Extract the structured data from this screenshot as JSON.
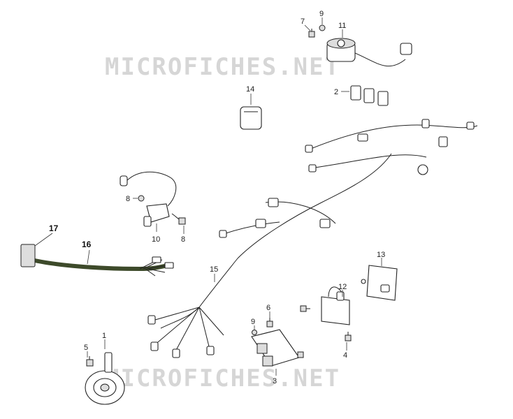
{
  "watermarks": [
    "MICROFICHES.NET",
    "MICROFICHES.NET"
  ],
  "callouts": {
    "c1": "1",
    "c2": "2",
    "c3": "3",
    "c4": "4",
    "c5": "5",
    "c6": "6",
    "c7": "7",
    "c8a": "8",
    "c8b": "8",
    "c9a": "9",
    "c9b": "9",
    "c10": "10",
    "c11": "11",
    "c12": "12",
    "c13": "13",
    "c14": "14",
    "c15": "15",
    "c16": "16",
    "c17": "17"
  },
  "colors": {
    "wire_harness_16": "#3d4a2a",
    "watermark": "#d6d6d6"
  }
}
